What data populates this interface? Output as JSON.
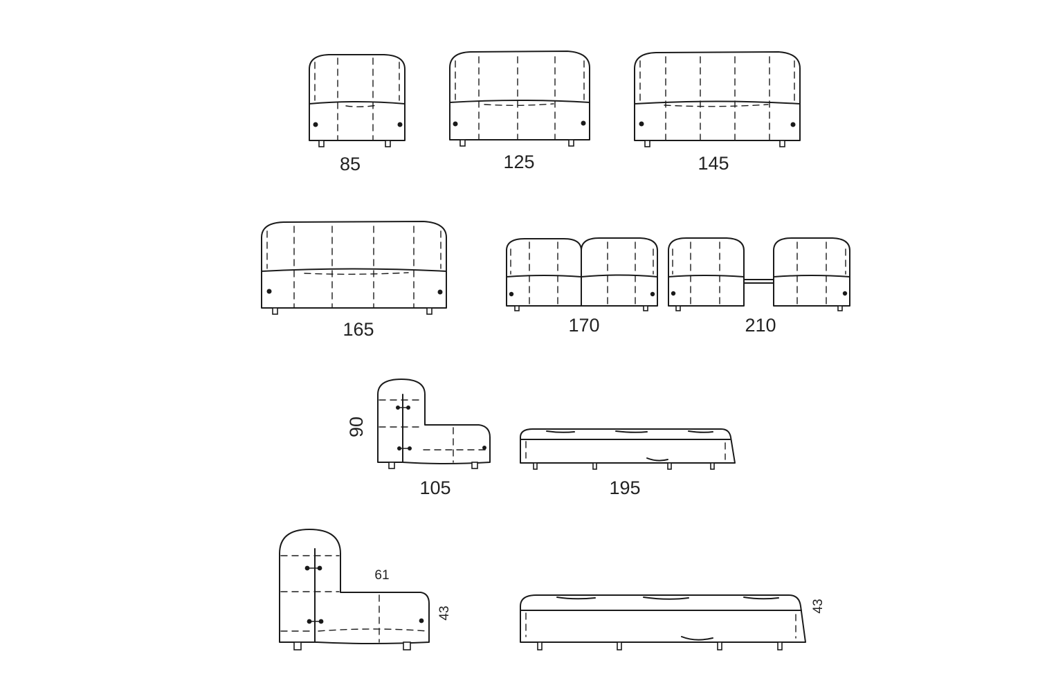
{
  "labels": {
    "w85": "85",
    "w125": "125",
    "w145": "145",
    "w165": "165",
    "w170": "170",
    "w210": "210",
    "h90": "90",
    "w105": "105",
    "w195": "195",
    "d61": "61",
    "h43_left": "43",
    "h43_right": "43"
  },
  "colors": {
    "line": "#1a1a1a",
    "text": "#222222",
    "background": "#ffffff"
  }
}
